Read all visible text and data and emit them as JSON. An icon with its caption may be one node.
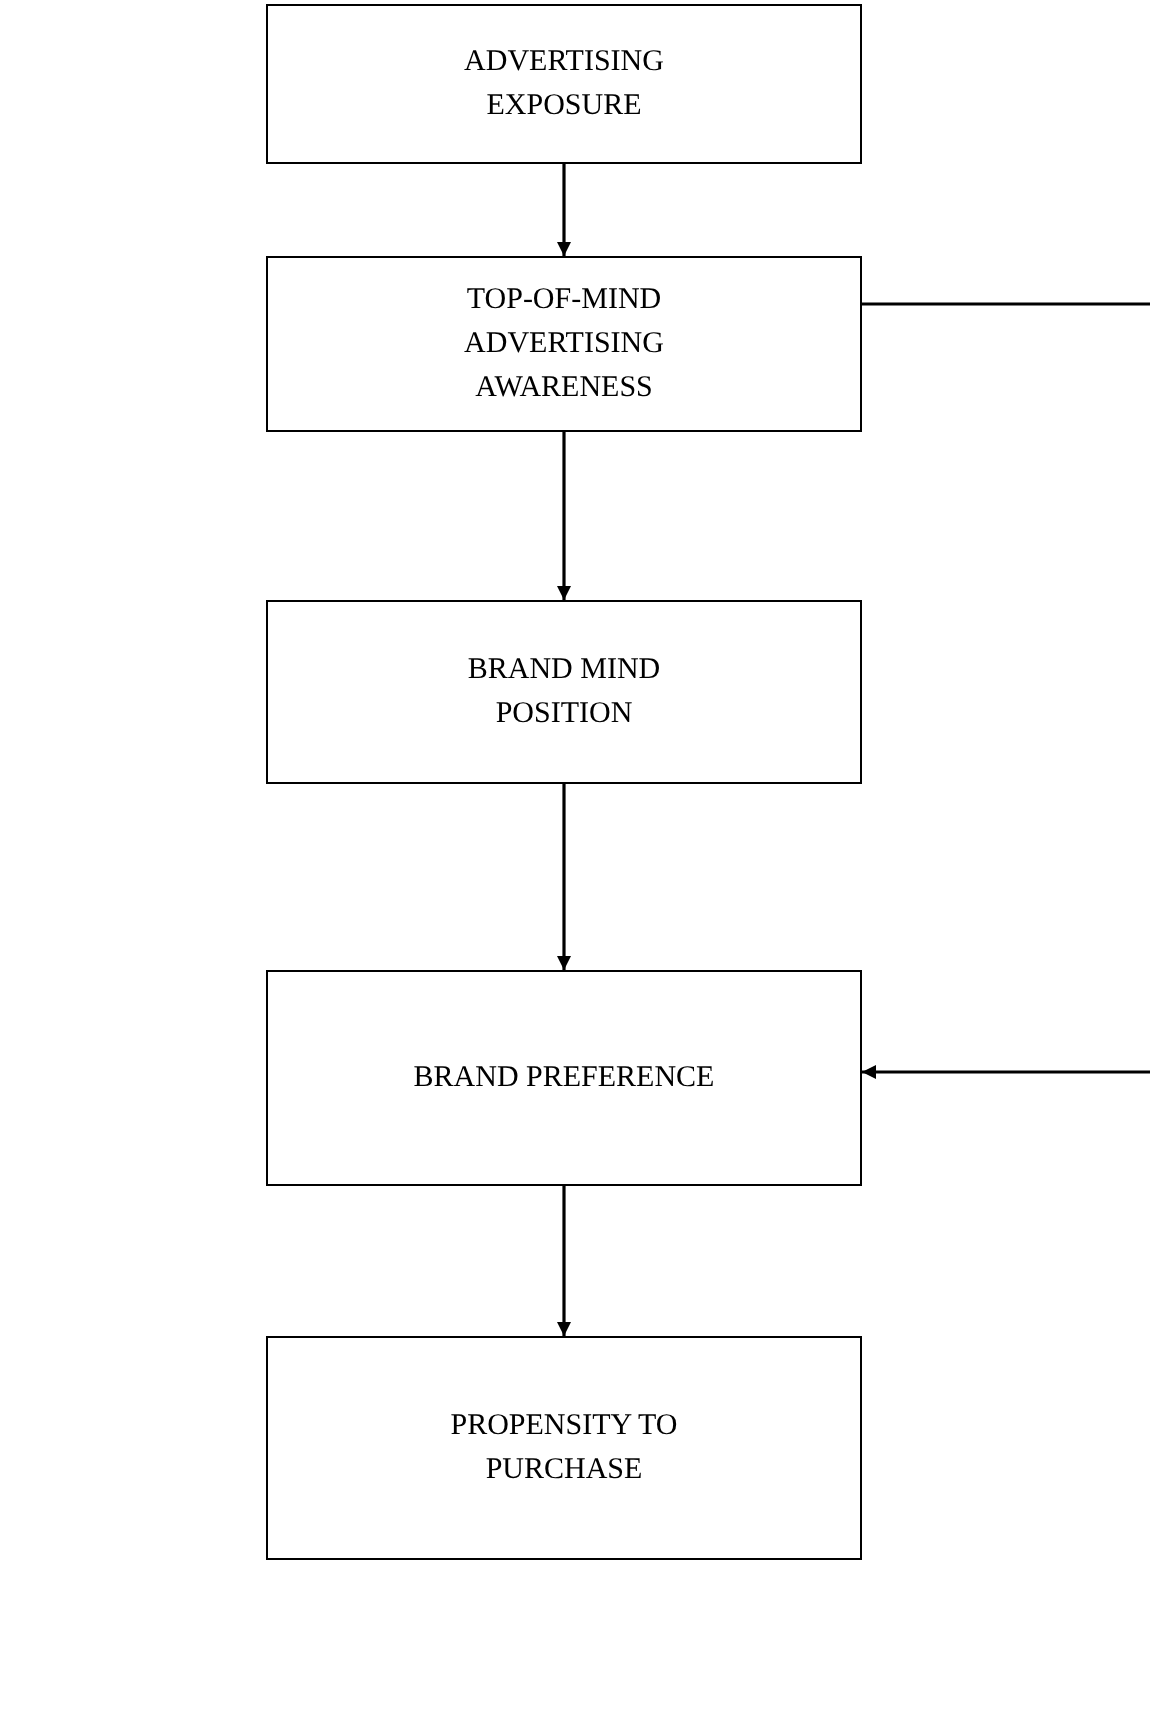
{
  "diagram": {
    "nodes": [
      {
        "text": [
          "ADVERTISING EXPOSURE"
        ]
      },
      {
        "text": [
          "TOP-OF-MIND ADVERTISING AWARENESS"
        ]
      },
      {
        "text": [
          "BRAND MIND POSITION"
        ]
      },
      {
        "text": [
          "BRAND PREFERENCE"
        ]
      },
      {
        "text": [
          "PROPENSITY TO PURCHASE"
        ]
      }
    ],
    "edges": [
      {
        "from": 0,
        "to": 1,
        "arrow": "to"
      },
      {
        "from": 1,
        "to": 2,
        "arrow": "to"
      },
      {
        "from": 2,
        "to": 3,
        "arrow": "to"
      },
      {
        "from": 3,
        "to": 4,
        "arrow": "to"
      },
      {
        "from": 1,
        "to": null,
        "arrow": "none"
      },
      {
        "from": null,
        "to": 3,
        "arrow": "to"
      }
    ]
  }
}
